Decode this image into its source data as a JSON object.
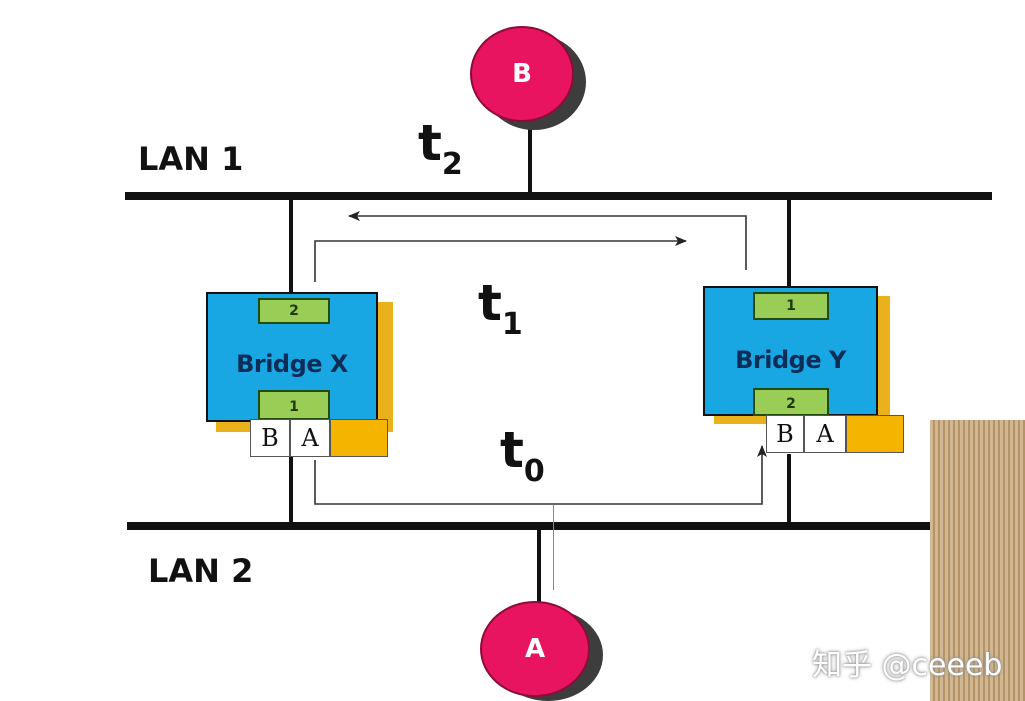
{
  "lan1": {
    "label": "LAN 1"
  },
  "lan2": {
    "label": "LAN 2"
  },
  "nodes": {
    "b": "B",
    "a": "A"
  },
  "times": {
    "t2": {
      "base": "t",
      "sub": "2"
    },
    "t1": {
      "base": "t",
      "sub": "1"
    },
    "t0": {
      "base": "t",
      "sub": "0"
    }
  },
  "bridge_x": {
    "name": "Bridge X",
    "top_port": "2",
    "bottom_port": "1",
    "table": [
      "B",
      "A",
      ""
    ]
  },
  "bridge_y": {
    "name": "Bridge Y",
    "top_port": "1",
    "bottom_port": "2",
    "table": [
      "B",
      "A",
      ""
    ]
  },
  "watermark": "知乎 @ceeeb",
  "colors": {
    "node": "#e8145f",
    "bridge": "#19a7e3",
    "port": "#9acd56",
    "table_fill": "#f4b400",
    "wire": "#111111"
  }
}
